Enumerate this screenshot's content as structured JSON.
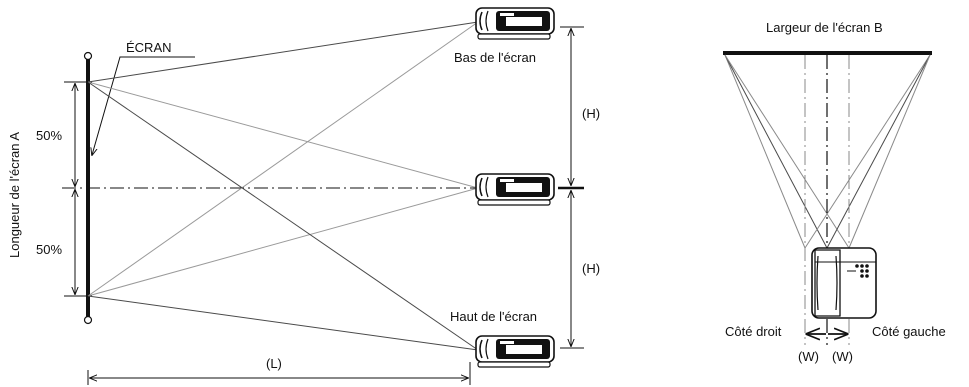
{
  "left_diagram": {
    "screen_label": "ÉCRAN",
    "screen_length_label": "Longueur de l'écran A",
    "upper_half_pct": "50%",
    "lower_half_pct": "50%",
    "projector_top_label": "Bas de l'écran",
    "projector_bottom_label": "Haut de l'écran",
    "offset_upper_label": "(H)",
    "offset_lower_label": "(H)",
    "distance_label": "(L)"
  },
  "right_diagram": {
    "screen_width_label": "Largeur de l'écran B",
    "right_side_label": "Côté droit",
    "left_side_label": "Côté gauche",
    "shift_left_label": "(W)",
    "shift_right_label": "(W)"
  },
  "colors": {
    "ink": "#111111",
    "ray_dark": "#4a4a4a",
    "ray_light": "#9a9a9a"
  }
}
